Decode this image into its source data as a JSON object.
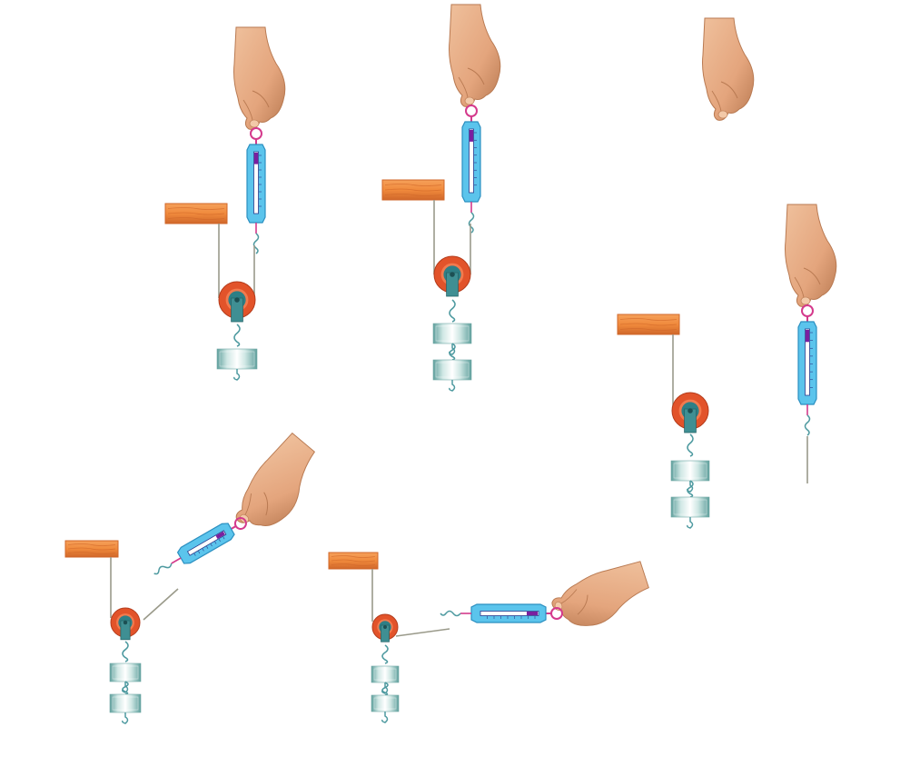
{
  "colors": {
    "wood": "#f08a3c",
    "wood_grain": "#d0672a",
    "pulley_rim": "#e2532a",
    "pulley_center": "#2e7f86",
    "bracket": "#3f8f93",
    "scale_body": "#5bc4ec",
    "scale_edge": "#2b8fc0",
    "scale_slot": "#2a3a8c",
    "scale_marker": "#7a1fa0",
    "ring": "#d43a8c",
    "string": "#9a9a8a",
    "hook": "#4e9aa0",
    "weight_light": "#cfe7e4",
    "weight_dark": "#5f9f9c",
    "skin": "#e4a57d",
    "skin_shadow": "#b97a52"
  },
  "diagram_items": [
    {
      "id": "setup-1",
      "kind": "scale-pulley",
      "weights": 1,
      "pull": "vertical"
    },
    {
      "id": "setup-2",
      "kind": "scale-pulley",
      "weights": 2,
      "pull": "vertical"
    },
    {
      "id": "setup-3",
      "kind": "hand-only"
    },
    {
      "id": "setup-4",
      "kind": "scale-alone-and-pulley",
      "weights": 2,
      "pull": "vertical"
    },
    {
      "id": "setup-5",
      "kind": "scale-pulley",
      "weights": 2,
      "pull": "angled"
    },
    {
      "id": "setup-6",
      "kind": "scale-pulley",
      "weights": 2,
      "pull": "horizontal"
    }
  ]
}
